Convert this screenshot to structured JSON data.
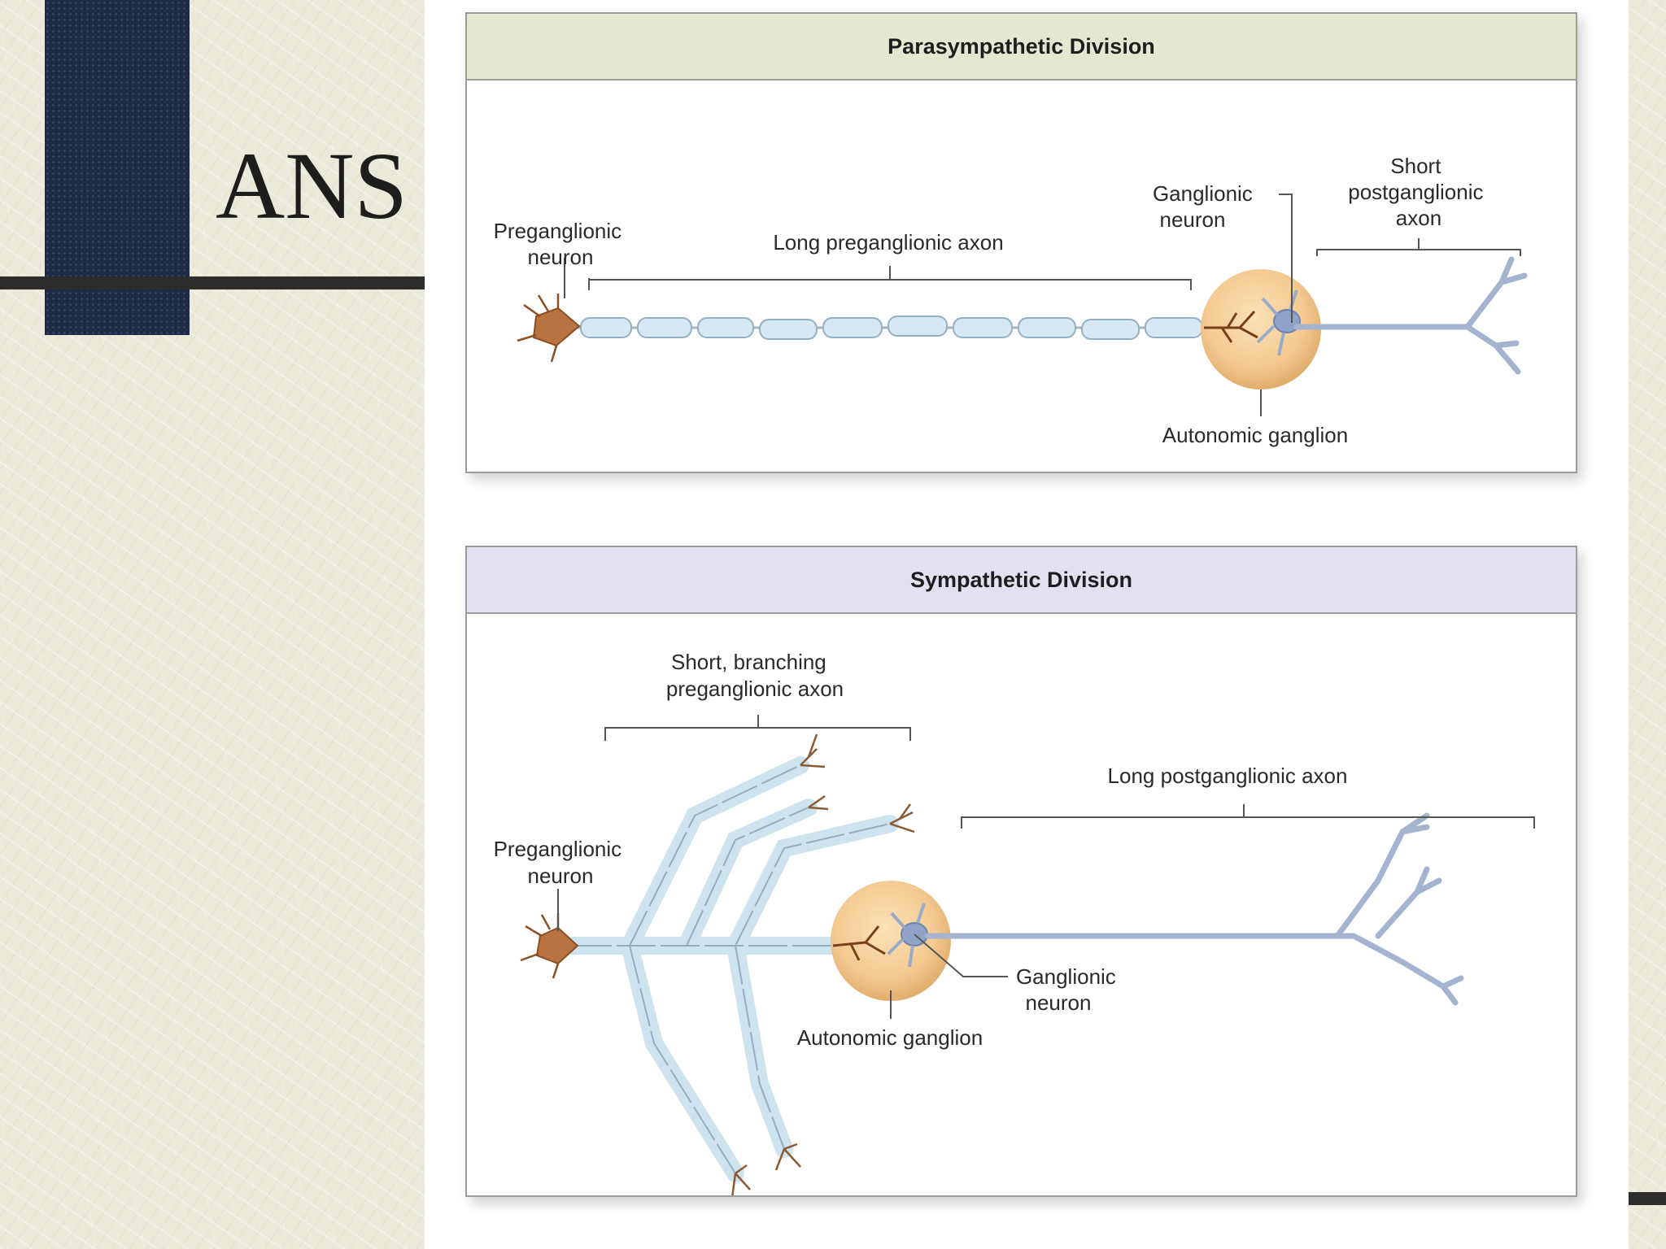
{
  "slide": {
    "title": "ANS"
  },
  "parasympathetic": {
    "header": "Parasympathetic Division",
    "preganglionic_neuron": [
      "Preganglionic",
      "neuron"
    ],
    "long_preganglionic_axon": "Long preganglionic axon",
    "ganglionic_neuron": [
      "Ganglionic",
      "neuron"
    ],
    "short_postganglionic_axon": [
      "Short",
      "postganglionic",
      "axon"
    ],
    "autonomic_ganglion": "Autonomic ganglion"
  },
  "sympathetic": {
    "header": "Sympathetic Division",
    "short_branching_axon": [
      "Short, branching",
      "preganglionic axon"
    ],
    "preganglionic_neuron": [
      "Preganglionic",
      "neuron"
    ],
    "long_postganglionic_axon": "Long postganglionic axon",
    "ganglionic_neuron": [
      "Ganglionic",
      "neuron"
    ],
    "autonomic_ganglion": "Autonomic ganglion"
  },
  "colors": {
    "navy": "#1f2a44",
    "para_header": "#e3e8d3",
    "symp_header": "#e2e1ef",
    "ganglion": "#f3c98f",
    "soma": "#b87340",
    "myelin": "#cde3ee",
    "dendrite": "#9aabc9"
  }
}
